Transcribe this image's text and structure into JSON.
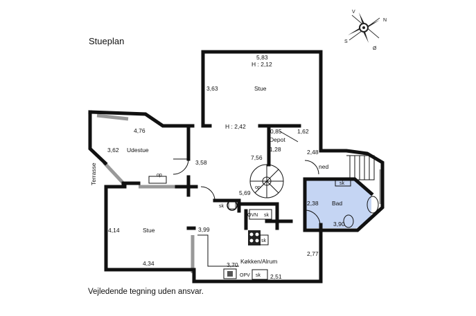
{
  "title": "Stueplan",
  "disclaimer": "Vejledende tegning uden ansvar.",
  "compass": {
    "v": "V",
    "n": "N",
    "s": "S",
    "o": "Ø"
  },
  "labels": {
    "stue_top_width": "5,83",
    "stue_top_height": "H : 2,12",
    "stue_top_depth": "3,63",
    "stue_top_name": "Stue",
    "hall_height": "H : 2,42",
    "depot_w1": "0,85",
    "depot_w2": "1,62",
    "depot_name": "Depot",
    "depot_d": "1,28",
    "depot_right": "2,48",
    "udestue_w": "4,76",
    "udestue_d": "3,62",
    "udestue_name": "Udestue",
    "terrasse": "Terrasse",
    "corridor": "3,58",
    "stair_len": "7,56",
    "op1": "op",
    "op2": "op",
    "ned": "ned",
    "sk1": "sk",
    "sk2": "sk",
    "sk3": "sk",
    "sk4": "sk",
    "sk5": "sk",
    "hall_w": "5,69",
    "ovn": "OVN",
    "opv": "OPV",
    "bad_name": "Bad",
    "bad_d": "2,38",
    "bad_w": "3,90",
    "stue_low_d": "4,14",
    "stue_low_name": "Stue",
    "stue_low_w": "4,34",
    "kitchen_top": "3,99",
    "kitchen_mid": "3,70",
    "kitchen_name": "Køkken/Alrum",
    "kitchen_right": "2,77",
    "kitchen_bottom": "2,51"
  },
  "colors": {
    "bathroom": "#c5d5f3",
    "wall": "#111111",
    "window": "#999999"
  }
}
